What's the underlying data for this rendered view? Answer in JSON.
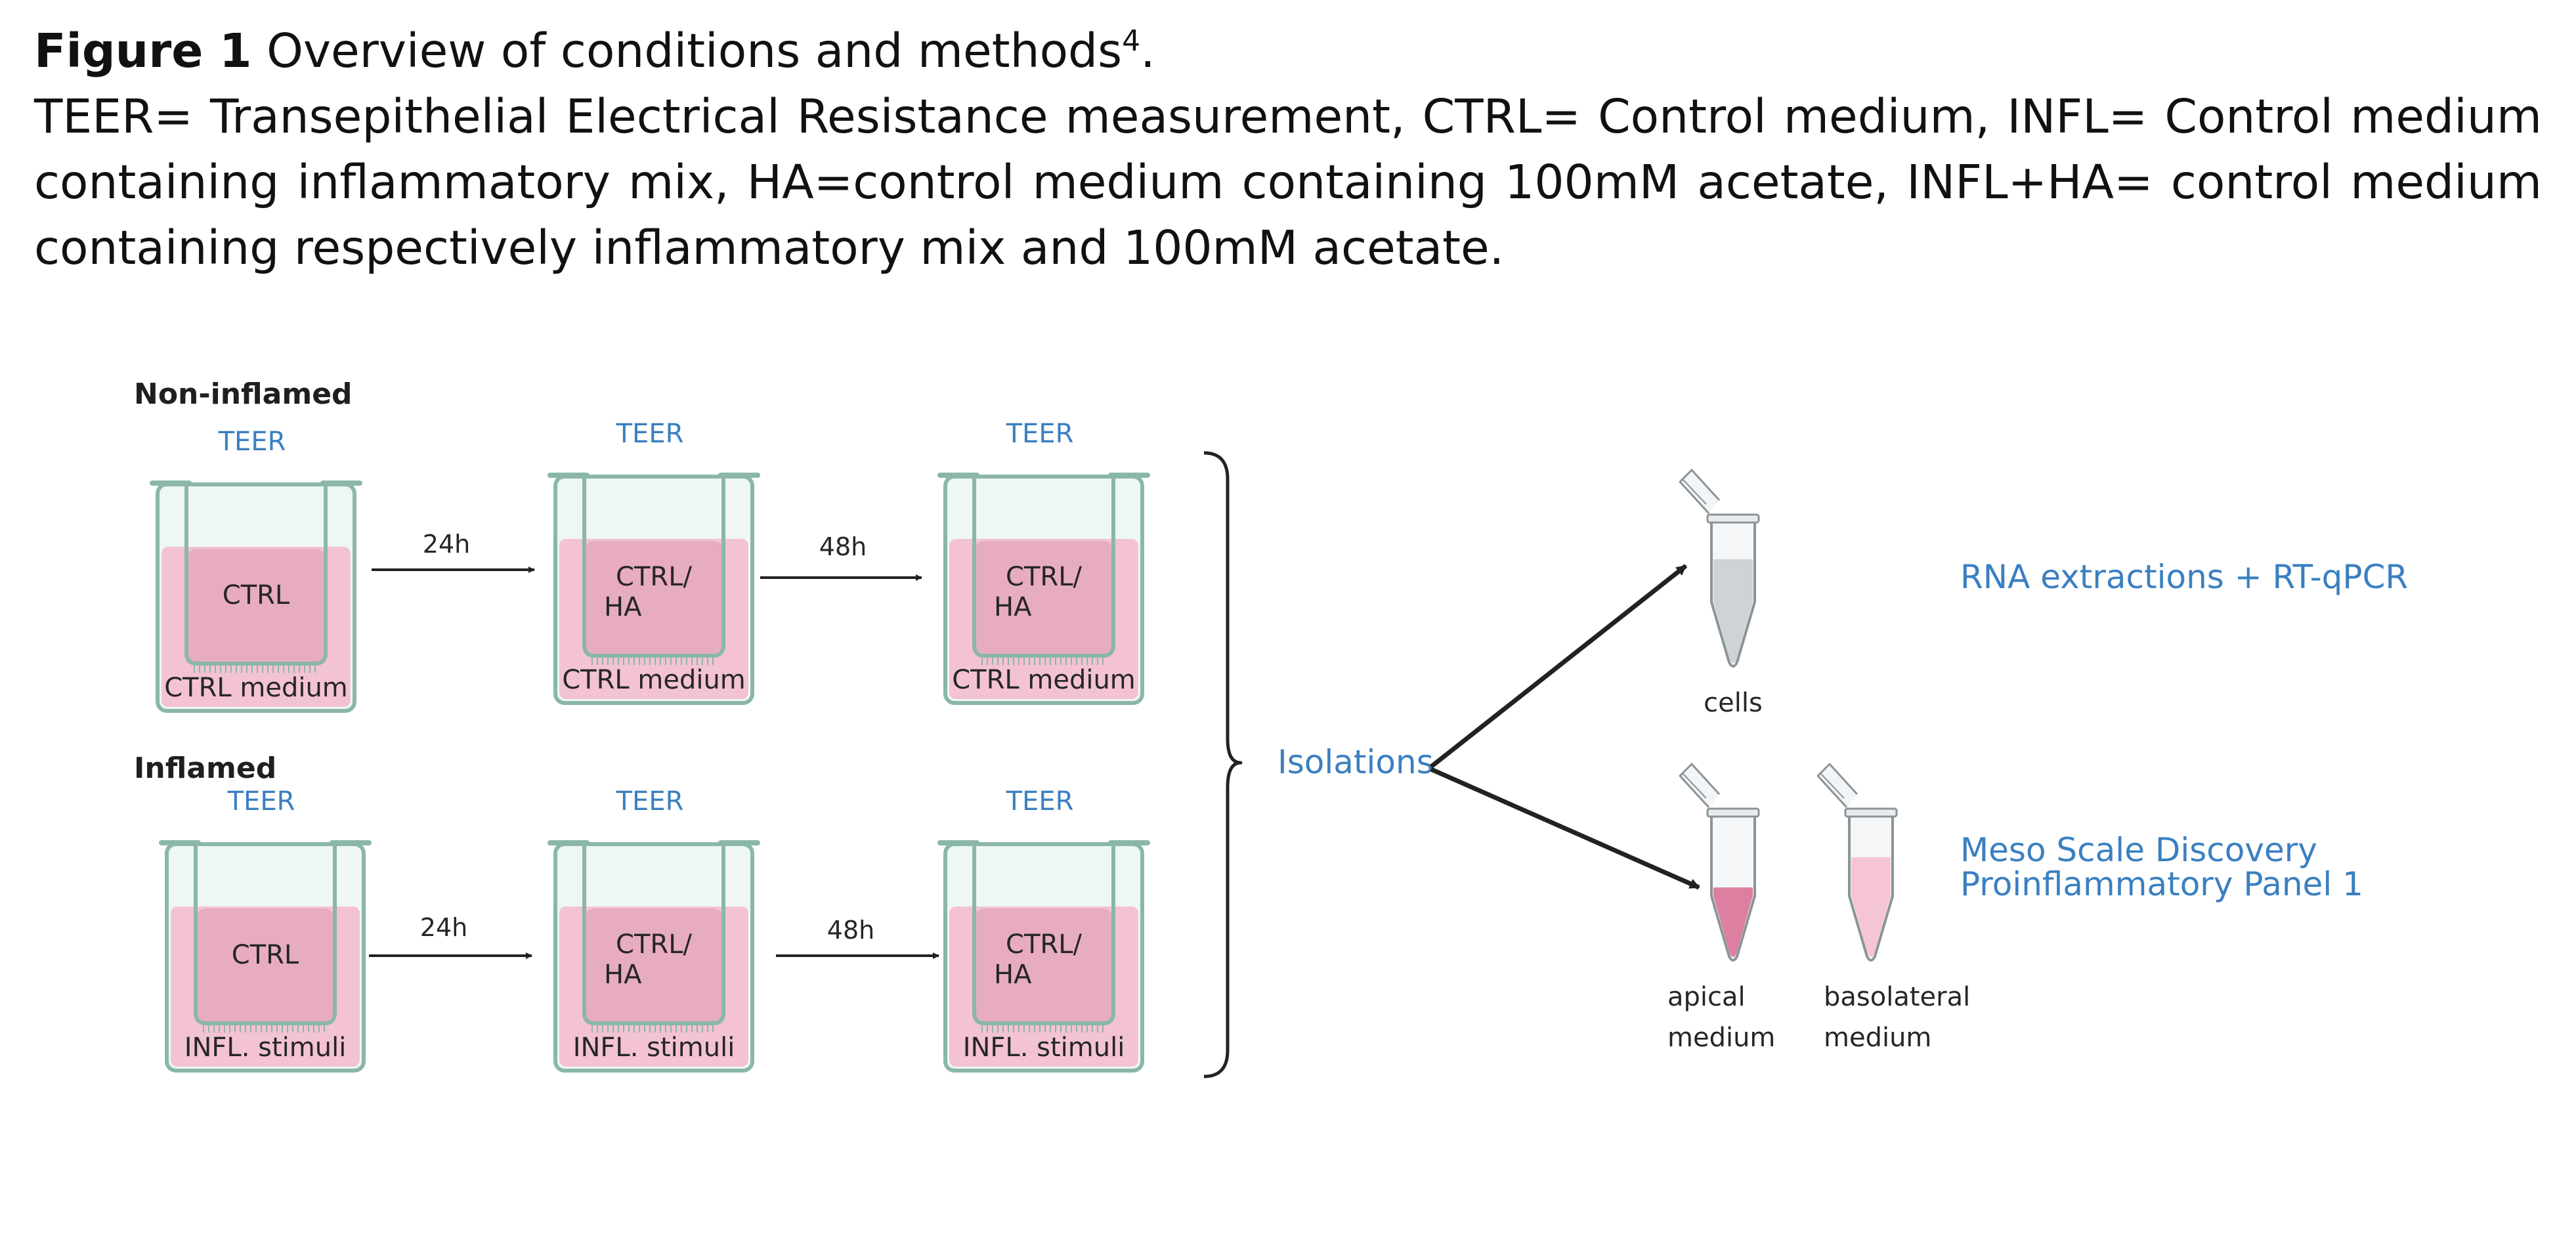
{
  "caption": {
    "figure_label": "Figure 1",
    "title": "Overview of conditions and methods",
    "title_superscript": "4",
    "title_end": ".",
    "body": "TEER= Transepithelial Electrical Resistance measurement, CTRL= Control medium, INFL= Control medium containing inflammatory mix, HA=control medium containing 100mM acetate, INFL+HA= control medium containing respectively inflammatory mix and 100mM acetate."
  },
  "diagram": {
    "groups": [
      {
        "heading": "Non-inflamed",
        "wells": [
          {
            "teer": "TEER",
            "insert_line1": "CTRL",
            "insert_line2": "",
            "bottom": "CTRL medium"
          },
          {
            "teer": "TEER",
            "insert_line1": "CTRL/",
            "insert_line2": "HA",
            "bottom": "CTRL medium"
          },
          {
            "teer": "TEER",
            "insert_line1": "CTRL/",
            "insert_line2": "HA",
            "bottom": "CTRL medium"
          }
        ],
        "arrows": [
          "24h",
          "48h"
        ]
      },
      {
        "heading": "Inflamed",
        "wells": [
          {
            "teer": "TEER",
            "insert_line1": "CTRL",
            "insert_line2": "",
            "bottom": "INFL. stimuli"
          },
          {
            "teer": "TEER",
            "insert_line1": "CTRL/",
            "insert_line2": "HA",
            "bottom": "INFL. stimuli"
          },
          {
            "teer": "TEER",
            "insert_line1": "CTRL/",
            "insert_line2": "HA",
            "bottom": "INFL. stimuli"
          }
        ],
        "arrows": [
          "24h",
          "48h"
        ]
      }
    ],
    "isolations_label": "Isolations",
    "tubes": {
      "cells": "cells",
      "apical_line1": "apical",
      "apical_line2": "medium",
      "basolateral_line1": "basolateral",
      "basolateral_line2": "medium"
    },
    "methods": {
      "rna": "RNA extractions + RT-qPCR",
      "msd_line1": "Meso Scale Discovery",
      "msd_line2": "Proinflammatory Panel 1"
    },
    "colors": {
      "label_blue": "#3a7fc1",
      "well_outline": "#8ab7a8",
      "well_fill": "#eef7f3",
      "medium_pink": "#f3c3d2",
      "insert_pink": "#e7acc0",
      "apical_pink": "#dd7fa0",
      "basolateral_pink": "#f6c5d5",
      "cells_grey": "#cfd3d6"
    }
  }
}
